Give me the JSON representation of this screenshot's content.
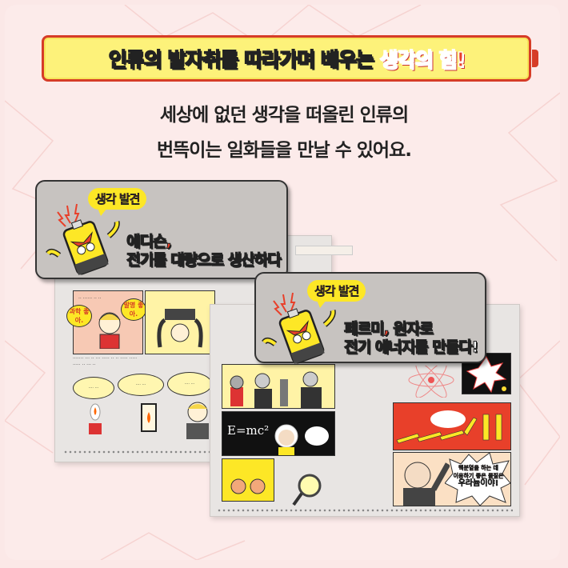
{
  "banner": {
    "text": "인류의 발자취를 따라가며 배우는 ",
    "accent": "생각의 힘!"
  },
  "subtitle": {
    "line1": "세상에 없던 생각을 떠올린 인류의",
    "line2": "번뜩이는 일화들을 만날 수 있어요."
  },
  "card_edison": {
    "tag": "생각 발견",
    "line1": "에디슨,",
    "line2_parts": [
      "전기",
      "를 ",
      "대량",
      "으로 ",
      "생산",
      "하다"
    ]
  },
  "card_fermi": {
    "tag": "생각 발견",
    "line1_parts": [
      "페르미, ",
      "원자",
      "로"
    ],
    "line2_parts": [
      "전기 에너지",
      "를 만들다!"
    ]
  },
  "edison_page": {
    "bubble_science": "과학 좋아.",
    "bubble_invention": "발명 좋아."
  },
  "fermi_page": {
    "formula": "E=mc²",
    "shout_line1": "핵분열을 하는 데",
    "shout_line2": "이용하기 좋은 물질은",
    "shout_line3": "우라늄이야!"
  },
  "colors": {
    "background": "#fcebea",
    "banner_fill": "#fdf27a",
    "banner_border": "#d63c27",
    "accent_red": "#e8402a",
    "card_gray": "#c7c3c0",
    "tag_yellow": "#fde726"
  }
}
